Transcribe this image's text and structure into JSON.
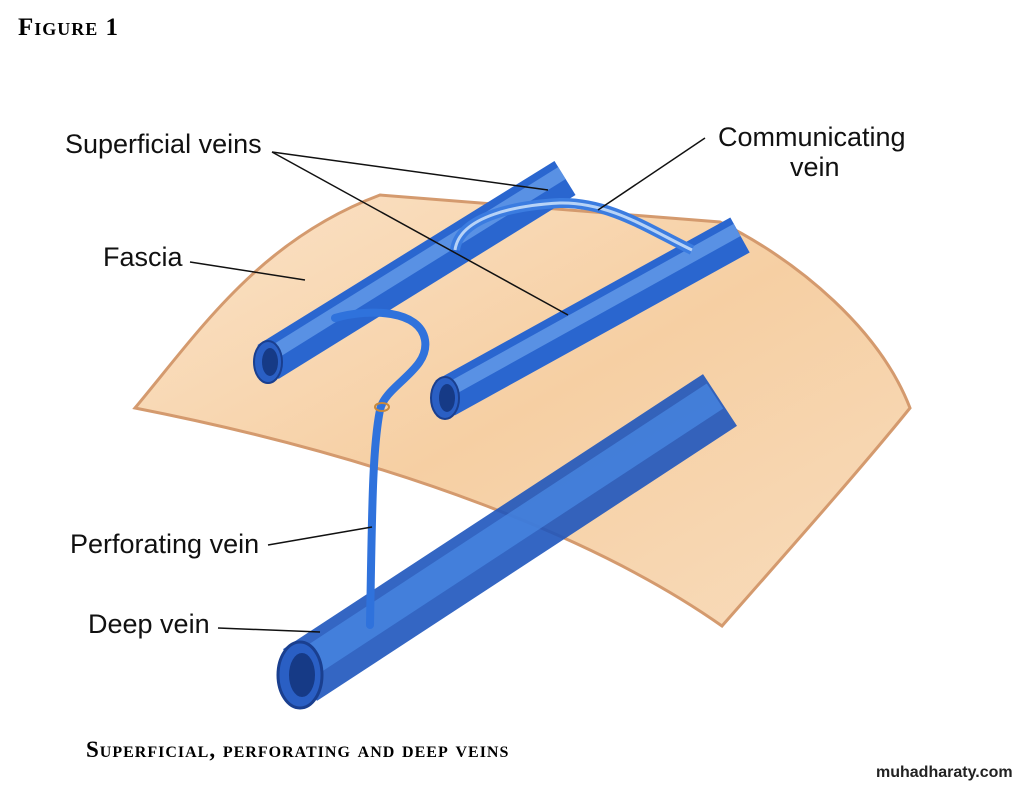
{
  "figure_label": "Figure 1",
  "labels": {
    "superficial_veins": "Superficial veins",
    "communicating_vein_line1": "Communicating",
    "communicating_vein_line2": "vein",
    "fascia": "Fascia",
    "perforating_vein": "Perforating vein",
    "deep_vein": "Deep vein"
  },
  "caption": "Superficial, perforating and deep veins",
  "watermark": "muhadharaty.com",
  "colors": {
    "vein": "#2f6fd6",
    "fascia": "#f6d2ab",
    "fascia_edge": "#d49a6e"
  }
}
